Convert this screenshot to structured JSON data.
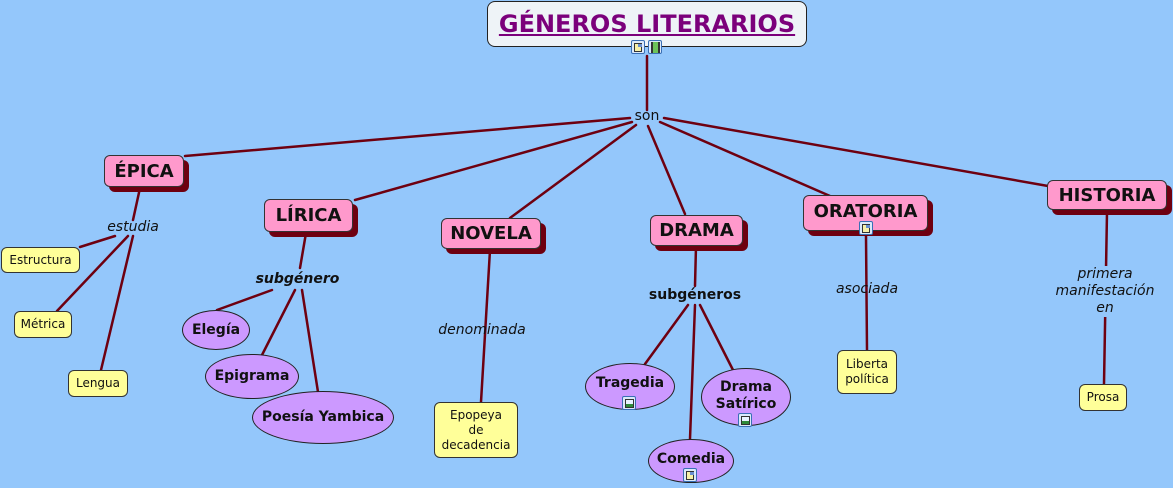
{
  "colors": {
    "background": "#94c7fb",
    "link": "#6e0010",
    "title_text": "#7b007b",
    "genre_fill": "#ff99cc",
    "leaf_fill": "#ffff99",
    "oval_fill": "#cc99ff"
  },
  "title": {
    "label": "GÉNEROS LITERARIOS",
    "resource_icons": [
      "document-image-icon",
      "video-icon"
    ]
  },
  "root_link_label": "son",
  "genres": {
    "epica": {
      "label": "ÉPICA",
      "link_label": "estudia",
      "children": [
        "Estructura",
        "Métrica",
        "Lengua"
      ]
    },
    "lirica": {
      "label": "LÍRICA",
      "link_label": "subgénero",
      "children": [
        "Elegía",
        "Epigrama",
        "Poesía Yambica"
      ]
    },
    "novela": {
      "label": "NOVELA",
      "link_label": "denominada",
      "children": [
        "Epopeya de decadencia"
      ]
    },
    "drama": {
      "label": "DRAMA",
      "link_label": "subgéneros",
      "children": [
        "Tragedia",
        "Drama Satírico",
        "Comedia"
      ]
    },
    "oratoria": {
      "label": "ORATORIA",
      "link_label": "asociada",
      "children": [
        "Liberta política"
      ],
      "resource_icons": [
        "document-image-icon"
      ]
    },
    "historia": {
      "label": "HISTORIA",
      "link_label": "primera manifestación en",
      "children": [
        "Prosa"
      ]
    }
  },
  "leaf_text": {
    "estructura": "Estructura",
    "metrica": "Métrica",
    "lengua": "Lengua",
    "epopeya": [
      "Epopeya",
      "de",
      "decadencia"
    ],
    "liberta": [
      "Liberta",
      "política"
    ],
    "prosa": "Prosa",
    "elegia": "Elegía",
    "epigrama": "Epigrama",
    "poesia": "Poesía Yambica",
    "tragedia": "Tragedia",
    "drama_satirico": [
      "Drama",
      "Satírico"
    ],
    "comedia": "Comedia"
  },
  "labels_multiline": {
    "historia": [
      "primera",
      "manifestación",
      "en"
    ]
  }
}
